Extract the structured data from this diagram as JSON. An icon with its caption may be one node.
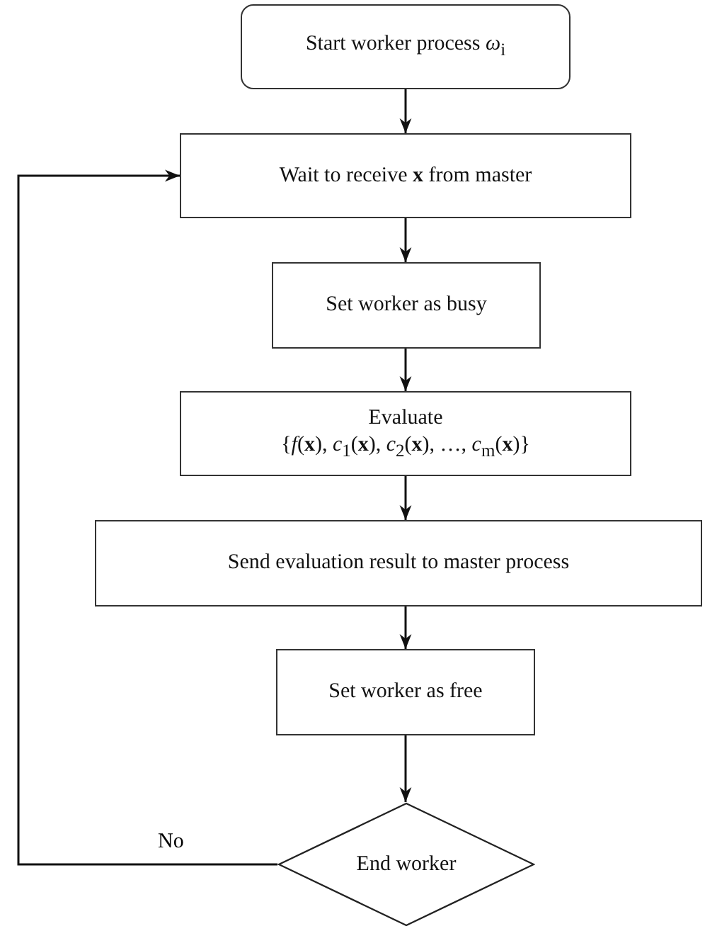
{
  "diagram": {
    "nodes": [
      {
        "text": [
          "Start worker process *ω*$_{i}$"
        ]
      },
      {
        "text": [
          "Wait to receive **x** from master"
        ]
      },
      {
        "text": [
          "Set worker as busy"
        ]
      },
      {
        "text": [
          "Evaluate",
          "{*f*(**x**), *c*$_{1}$(**x**), *c*$_{2}$(**x**), …, *c*$_{m}$(**x**)}"
        ]
      },
      {
        "text": [
          "Send evaluation result to master process"
        ]
      },
      {
        "text": [
          "Set worker as free"
        ]
      },
      {
        "text": [
          "End worker"
        ]
      }
    ],
    "edges": [
      {
        "from": 0,
        "to": 1,
        "arrow": "to"
      },
      {
        "from": 1,
        "to": 2,
        "arrow": "to"
      },
      {
        "from": 2,
        "to": 3,
        "arrow": "to"
      },
      {
        "from": 3,
        "to": 4,
        "arrow": "to"
      },
      {
        "from": 4,
        "to": 5,
        "arrow": "to"
      },
      {
        "from": 5,
        "to": 6,
        "arrow": "to"
      },
      {
        "from": 6,
        "to": 1,
        "arrow": "to",
        "label": "No"
      }
    ]
  }
}
